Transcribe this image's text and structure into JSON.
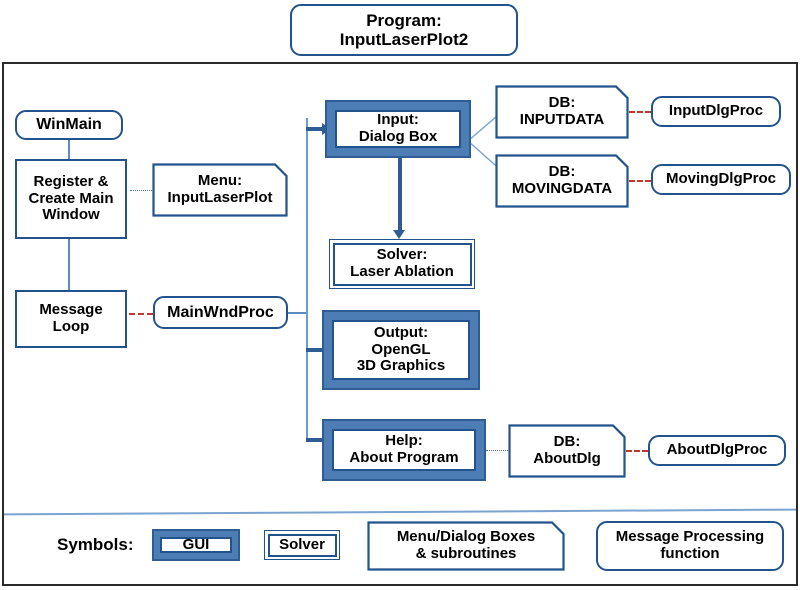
{
  "diagram": {
    "title_box": {
      "line1": "Program:",
      "line2": "InputLaserPlot2"
    },
    "nodes": {
      "winmain": "WinMain",
      "register": "Register &\nCreate Main\nWindow",
      "register_l1": "Register &",
      "register_l2": "Create Main",
      "register_l3": "Window",
      "menu_l1": "Menu:",
      "menu_l2": "InputLaserPlot",
      "message_loop_l1": "Message",
      "message_loop_l2": "Loop",
      "mainwndproc": "MainWndProc",
      "input_l1": "Input:",
      "input_l2": "Dialog Box",
      "db_inputdata_l1": "DB:",
      "db_inputdata_l2": "INPUTDATA",
      "inputdlgproc": "InputDlgProc",
      "db_movingdata_l1": "DB:",
      "db_movingdata_l2": "MOVINGDATA",
      "movingdlgproc": "MovingDlgProc",
      "solver_l1": "Solver:",
      "solver_l2": "Laser Ablation",
      "output_l1": "Output:",
      "output_l2": "OpenGL",
      "output_l3": "3D Graphics",
      "help_l1": "Help:",
      "help_l2": "About Program",
      "db_aboutdlg_l1": "DB:",
      "db_aboutdlg_l2": "AboutDlg",
      "aboutdlgproc": "AboutDlgProc"
    },
    "legend": {
      "title": "Symbols:",
      "gui": "GUI",
      "solver": "Solver",
      "menu_l1": "Menu/Dialog Boxes",
      "menu_l2": "& subroutines",
      "msgproc_l1": "Message Processing",
      "msgproc_l2": "function"
    },
    "colors": {
      "border_blue": "#23538c",
      "gui_fill": "#4d7db5",
      "connector_blue": "#5a8cc0",
      "arrow_blue": "#2f5d93",
      "dashed_red": "#c0392b",
      "frame_dark": "#2b2b2b"
    }
  }
}
